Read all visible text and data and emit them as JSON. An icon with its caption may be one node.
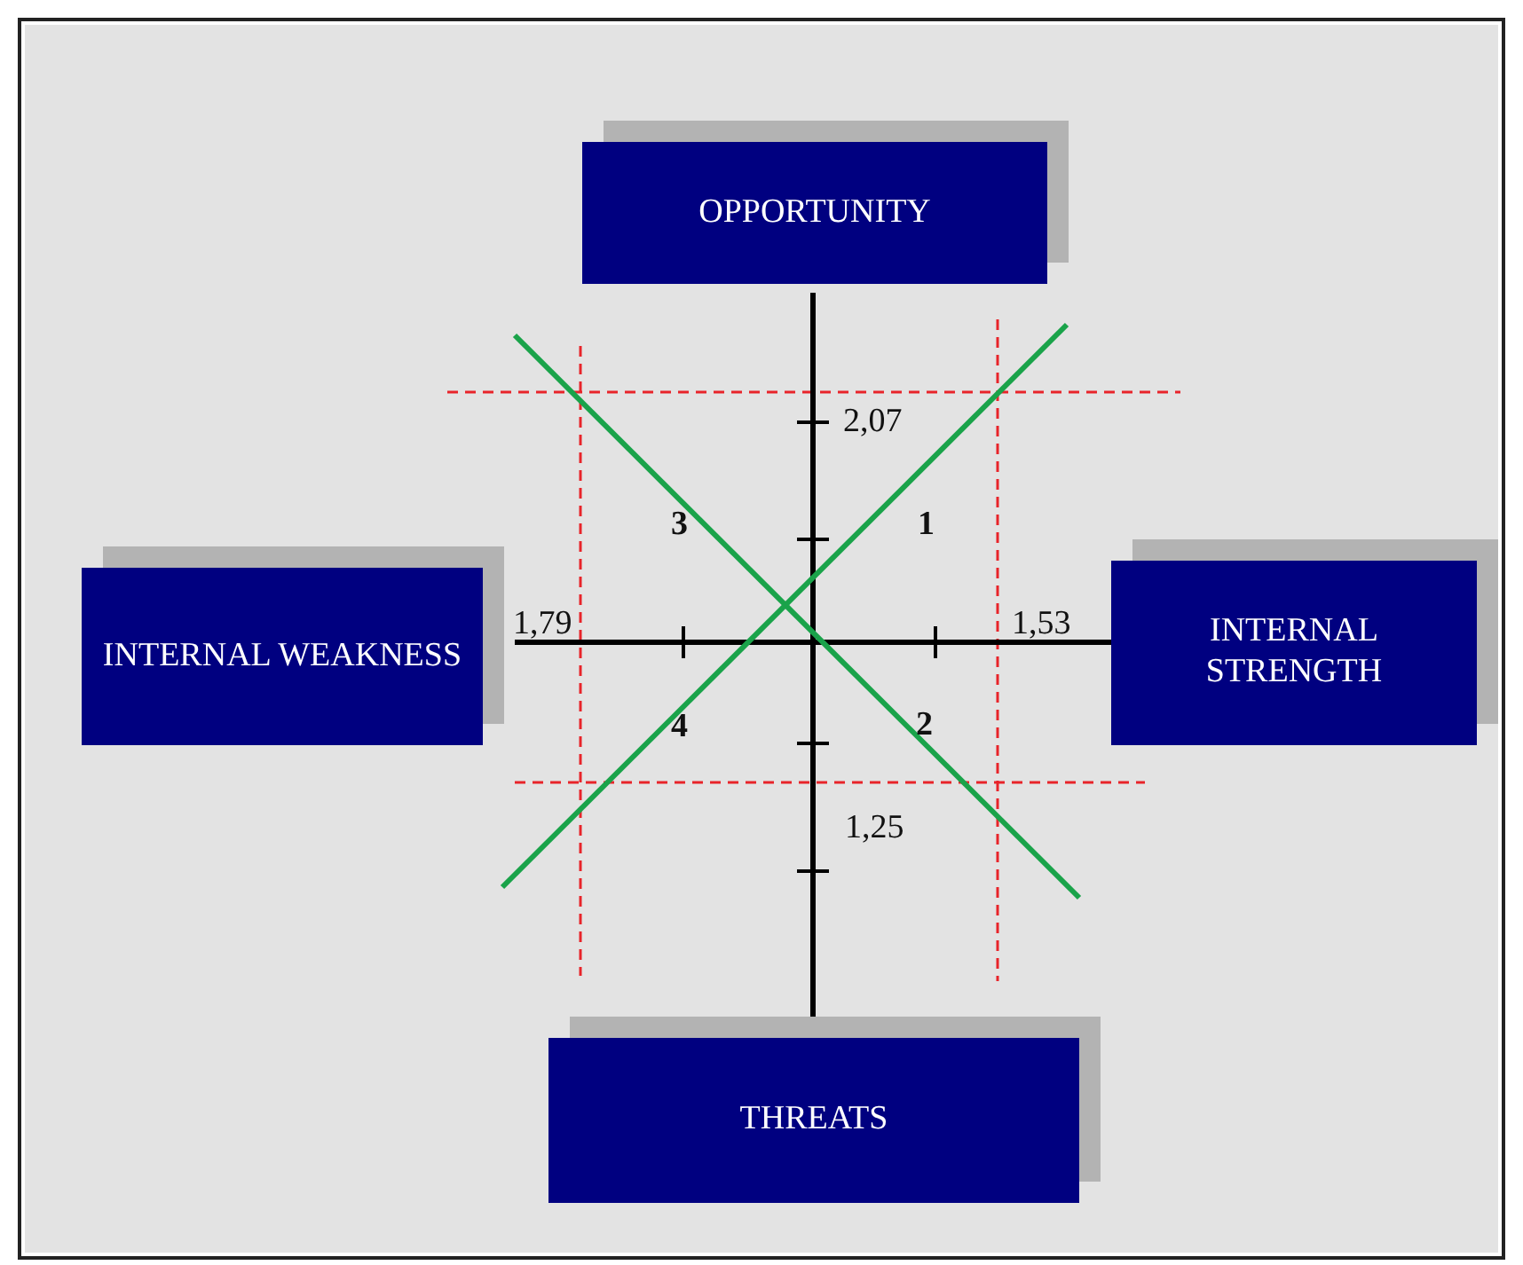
{
  "diagram": {
    "nodes": [
      {
        "text": [
          "OPPORTUNITY"
        ]
      },
      {
        "text": [
          "INTERNAL WEAKNESS"
        ]
      },
      {
        "text": [
          "INTERNAL STRENGTH"
        ]
      },
      {
        "text": [
          "THREATS"
        ]
      }
    ],
    "labels": [
      "2,07",
      "3",
      "1",
      "1,79",
      "1,53",
      "4",
      "2",
      "1,25"
    ]
  }
}
